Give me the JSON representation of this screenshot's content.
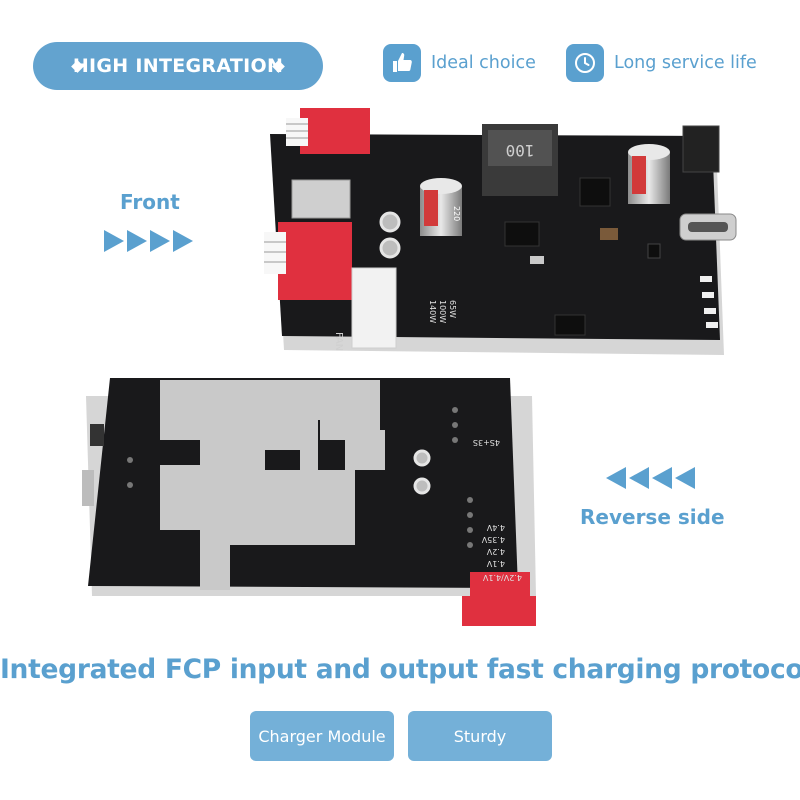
{
  "header": {
    "main_label": "HIGH INTEGRATION",
    "features": [
      {
        "label": "Ideal choice",
        "icon": "thumbs-up-icon"
      },
      {
        "label": "Long service life",
        "icon": "clock-icon"
      }
    ]
  },
  "labels": {
    "front": "Front",
    "reverse": "Reverse side"
  },
  "board": {
    "inductor_text": "100",
    "fan_text": "FAN",
    "power_marks": [
      "65W",
      "100W",
      "140W"
    ],
    "cap_text": "220",
    "back_marks": [
      "4S+3S",
      "4.4V",
      "4.35V",
      "4.2V",
      "4.1V",
      "4.2V/4.1V"
    ]
  },
  "headline": "Integrated FCP input and output fast charging protocol",
  "buttons": [
    {
      "label": "Charger Module"
    },
    {
      "label": "Sturdy"
    }
  ],
  "colors": {
    "accent": "#5aa0cf",
    "pcb": "#1a1a1c",
    "connector": "#e0303f"
  }
}
